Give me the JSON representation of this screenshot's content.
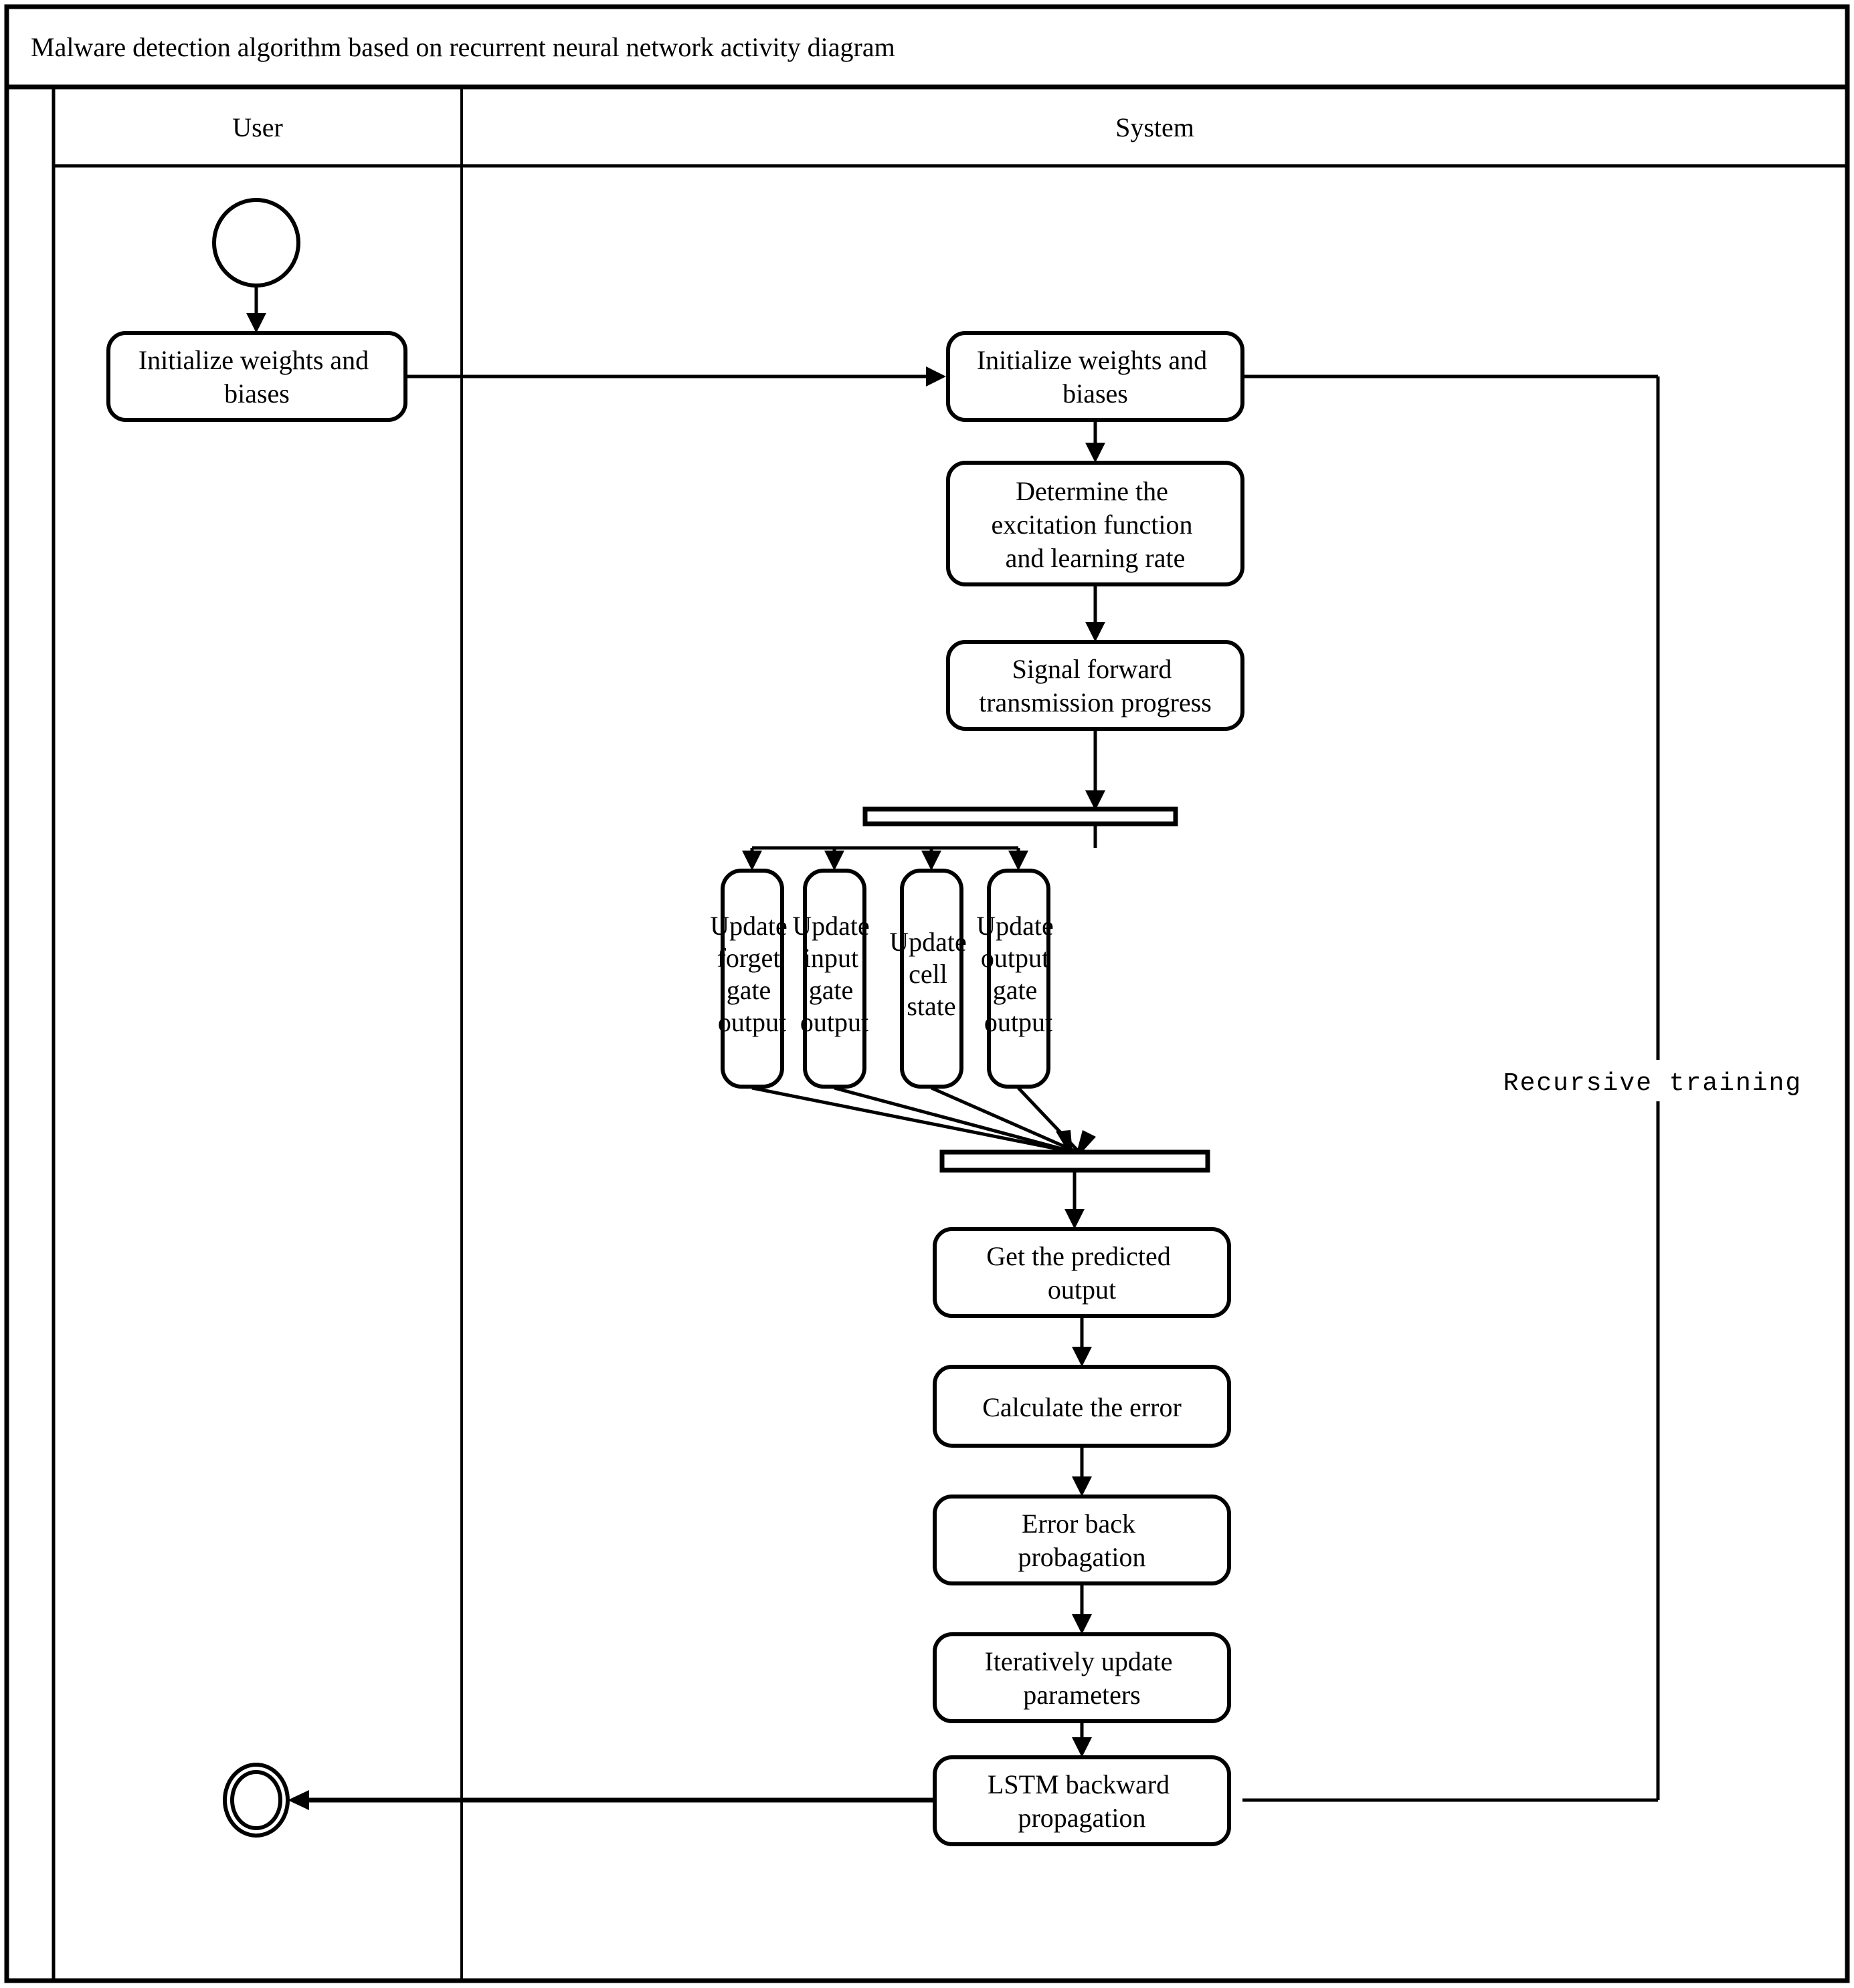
{
  "diagram": {
    "title": "Malware detection algorithm based on recurrent neural network activity diagram",
    "type": "uml-activity-diagram",
    "lanes": [
      {
        "id": "user",
        "label": "User"
      },
      {
        "id": "system",
        "label": "System"
      }
    ],
    "nodes": {
      "start": {
        "kind": "initial-node",
        "label": ""
      },
      "user_init": {
        "kind": "activity",
        "lines": [
          "Initialize weights and",
          "biases"
        ]
      },
      "sys_init": {
        "kind": "activity",
        "lines": [
          "Initialize weights and",
          "biases"
        ]
      },
      "determine": {
        "kind": "activity",
        "lines": [
          "Determine the",
          "excitation function",
          "and learning rate"
        ]
      },
      "forward": {
        "kind": "activity",
        "lines": [
          "Signal forward",
          "transmission progress"
        ]
      },
      "fork": {
        "kind": "fork-bar",
        "label": ""
      },
      "forget_gate": {
        "kind": "activity",
        "lines": [
          "Update",
          "forget",
          "gate",
          "output"
        ]
      },
      "input_gate": {
        "kind": "activity",
        "lines": [
          "Update",
          "input",
          "gate",
          "output"
        ]
      },
      "cell_state": {
        "kind": "activity",
        "lines": [
          "Update",
          "cell",
          "state"
        ]
      },
      "output_gate": {
        "kind": "activity",
        "lines": [
          "Update",
          "output",
          "gate",
          "output"
        ]
      },
      "join": {
        "kind": "join-bar",
        "label": ""
      },
      "predicted": {
        "kind": "activity",
        "lines": [
          "Get the predicted",
          "output"
        ]
      },
      "calc_error": {
        "kind": "activity",
        "lines": [
          "Calculate the error"
        ]
      },
      "backprop": {
        "kind": "activity",
        "lines": [
          "Error back",
          "probagation"
        ]
      },
      "iterate": {
        "kind": "activity",
        "lines": [
          "Iteratively update",
          "parameters"
        ]
      },
      "lstm_back": {
        "kind": "activity",
        "lines": [
          "LSTM backward",
          "propagation"
        ]
      },
      "end": {
        "kind": "final-node",
        "label": ""
      }
    },
    "edge_labels": {
      "recursive_training": "Recursive training"
    },
    "colors": {
      "stroke": "#000000",
      "fill": "#ffffff",
      "background": "#ffffff"
    }
  }
}
